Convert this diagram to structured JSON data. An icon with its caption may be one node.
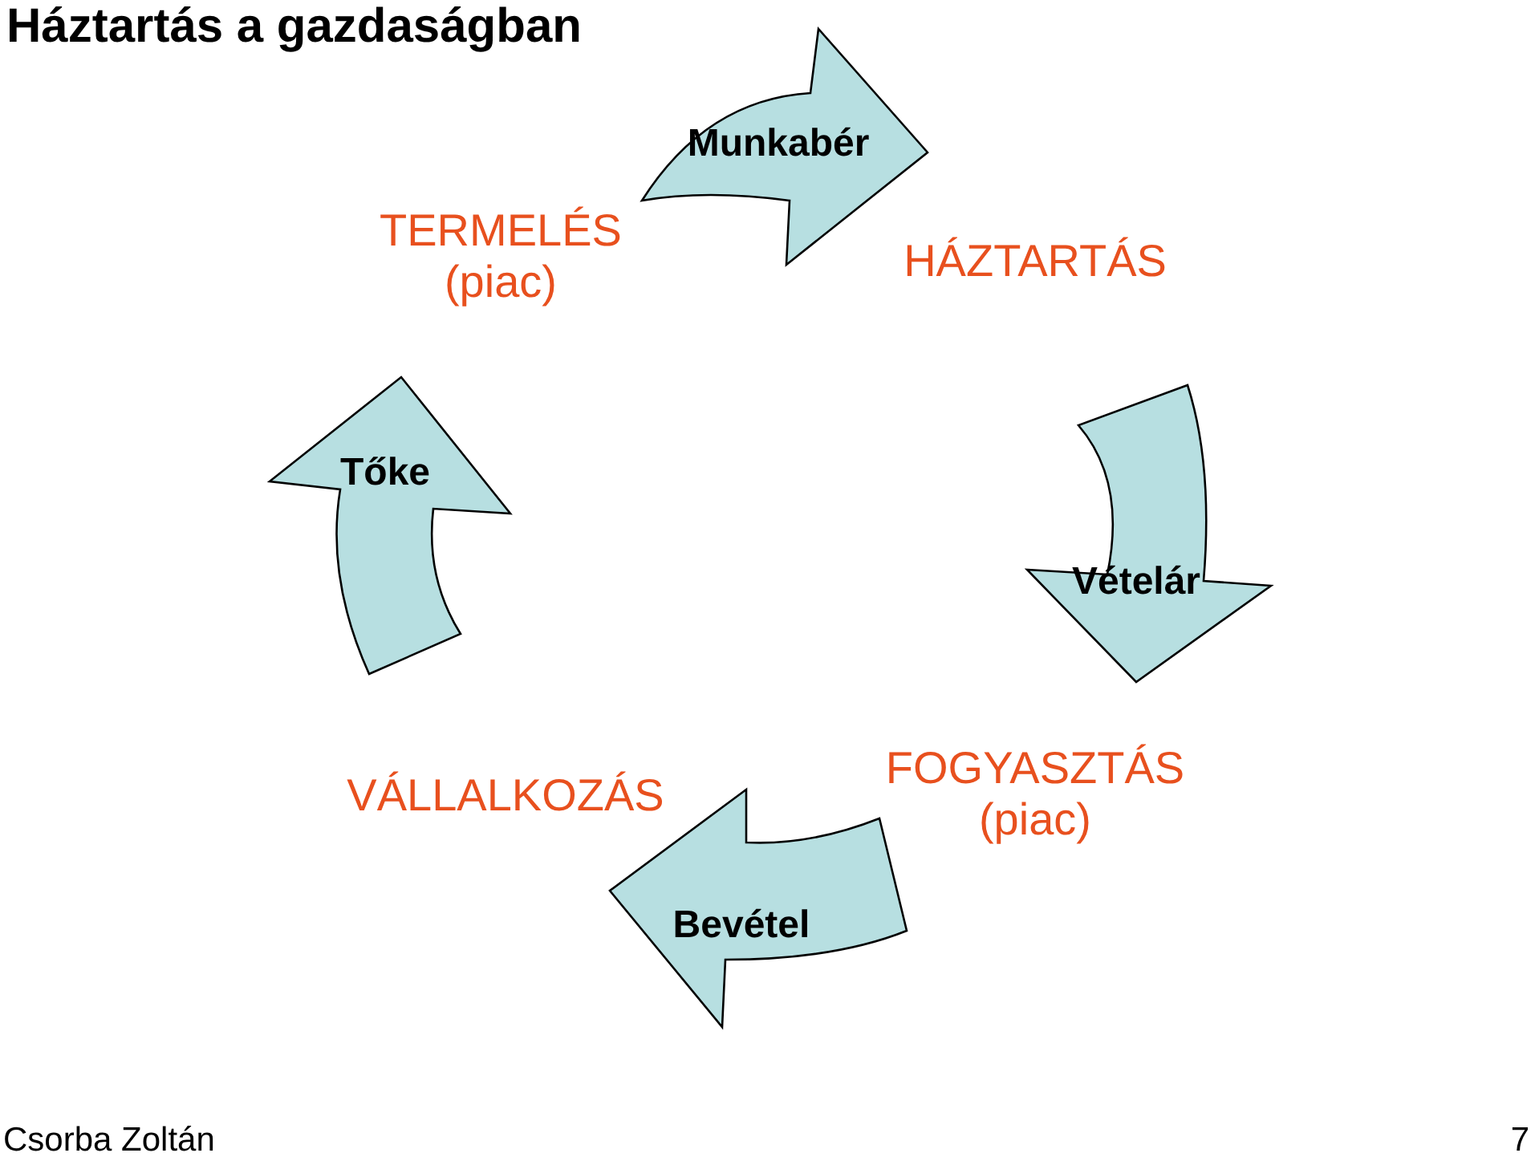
{
  "diagram": {
    "title": "Háztartás a gazdaságban",
    "nodes": [
      {
        "text": [
          "TERMELÉS (piac)"
        ]
      },
      {
        "text": [
          "HÁZTARTÁS"
        ]
      },
      {
        "text": [
          "FOGYASZTÁS (piac)"
        ]
      },
      {
        "text": [
          "VÁLLALKOZÁS"
        ]
      }
    ],
    "edges": [
      {
        "from": 0,
        "to": 1,
        "arrow": "to",
        "label": "Munkabér"
      },
      {
        "from": 1,
        "to": 2,
        "arrow": "to",
        "label": "Vételár"
      },
      {
        "from": 2,
        "to": 3,
        "arrow": "to",
        "label": "Bevétel"
      },
      {
        "from": 3,
        "to": 0,
        "arrow": "to",
        "label": "Tőke"
      }
    ],
    "labels": [
      "Csorba Zoltán",
      "7"
    ]
  }
}
